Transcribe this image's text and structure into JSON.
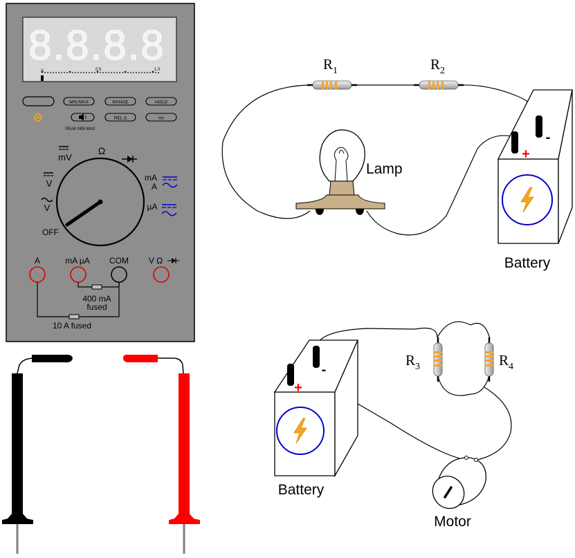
{
  "meter": {
    "display_digits": "8.8.8.8",
    "bargraph_scale": [
      "0",
      "0.5",
      "1.0"
    ],
    "buttons": [
      "",
      "MIN MAX",
      "RANGE",
      "HOLD",
      "",
      "REL Δ",
      "Hz"
    ],
    "peak_label": "PEAK MIN MAX",
    "dial_labels": {
      "mv": "mV",
      "ohm": "Ω",
      "dc_v": "V",
      "ac_v": "V",
      "off": "OFF",
      "ma_a_top": "mA",
      "ma_a_bottom": "A",
      "ua": "µA"
    },
    "jacks": [
      "A",
      "mA µA",
      "COM",
      "V Ω"
    ],
    "fuse_labels": [
      "400 mA",
      "fused",
      "10 A fused"
    ],
    "colors": {
      "body": "#8e8e8e",
      "jack_ring": "#e00000",
      "ac_dc_symbol": "#0000cc"
    }
  },
  "circuit_top": {
    "resistors": [
      "R",
      "1",
      "R",
      "2"
    ],
    "lamp_label": "Lamp",
    "battery_label": "Battery",
    "battery_plus": "+",
    "battery_minus": "-"
  },
  "circuit_bottom": {
    "resistors": [
      "R",
      "3",
      "R",
      "4"
    ],
    "battery_label": "Battery",
    "battery_plus": "+",
    "battery_minus": "-",
    "motor_label": "Motor"
  },
  "icons": [
    "lightning-bolt-icon",
    "diode-icon",
    "dc-symbol-icon",
    "ac-symbol-icon"
  ]
}
